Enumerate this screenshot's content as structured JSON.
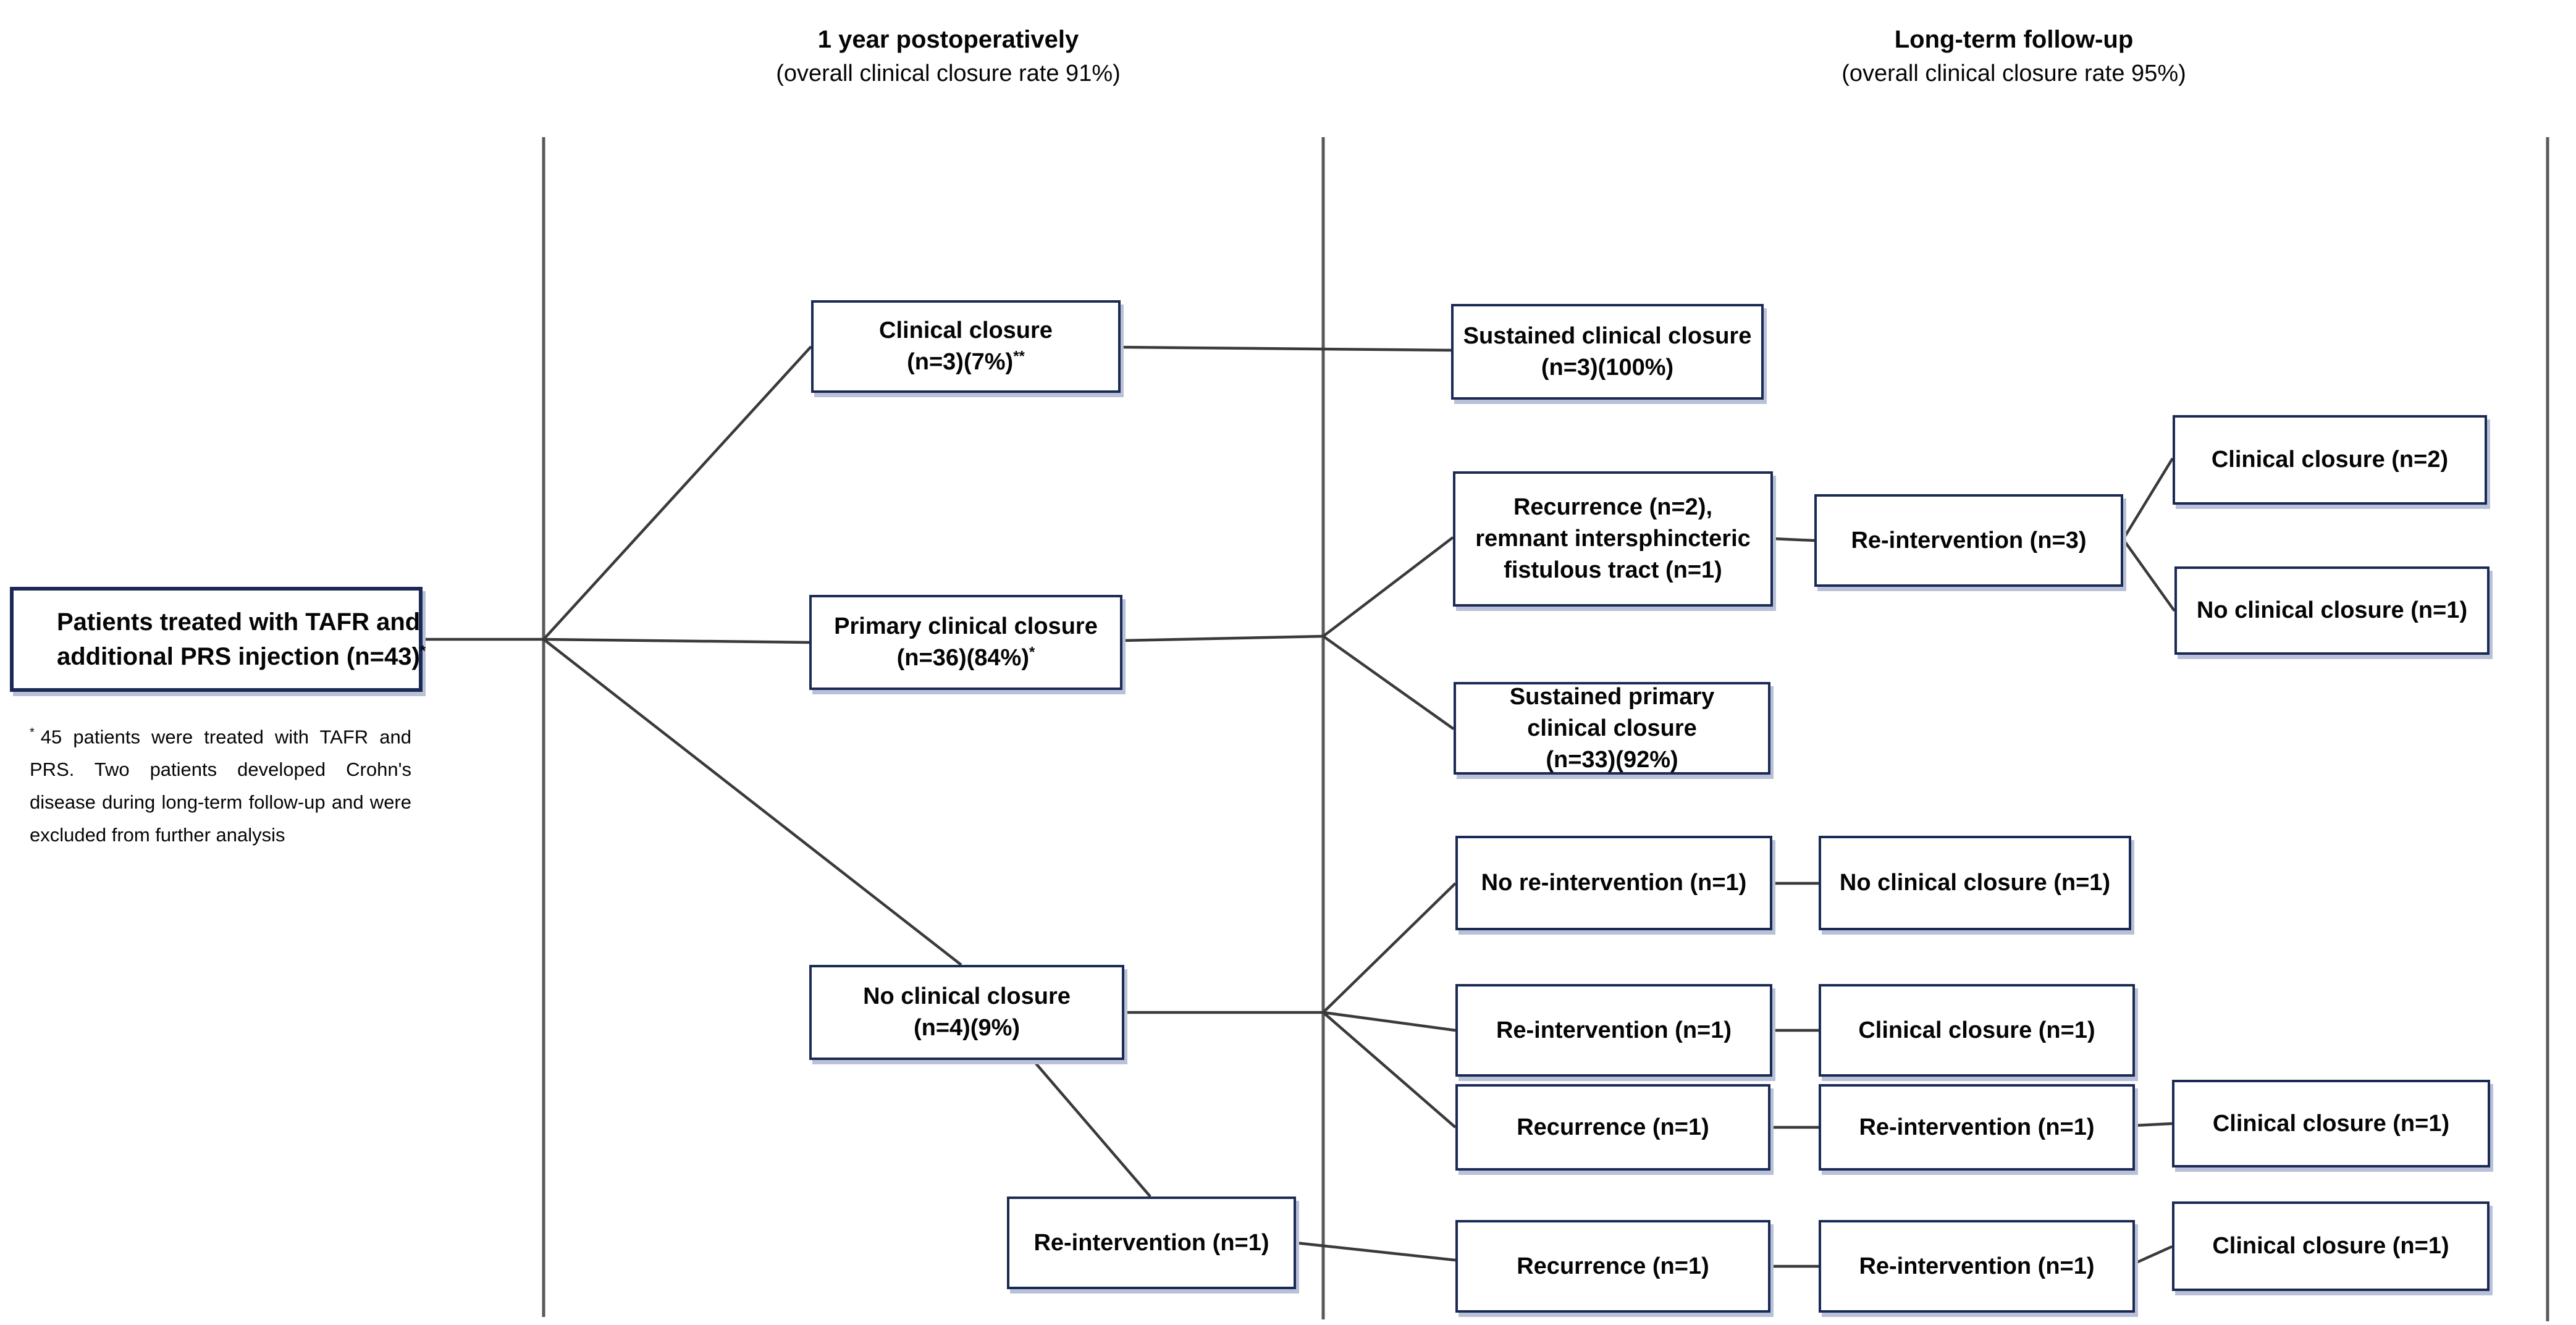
{
  "headers": {
    "col1": {
      "title": "1 year postoperatively",
      "subtitle": "(overall clinical closure rate 91%)"
    },
    "col2": {
      "title": "Long-term follow-up",
      "subtitle": "(overall clinical closure rate 95%)"
    }
  },
  "boxes": {
    "patients": {
      "l1": "Patients treated with TAFR and",
      "l2": "additional PRS injection (n=43)",
      "sup": "*"
    },
    "clinical_closure": {
      "l1": "Clinical closure",
      "l2": "(n=3)(7%)",
      "sup": "**"
    },
    "primary": {
      "l1": "Primary clinical closure",
      "l2": "(n=36)(84%)",
      "sup": "*"
    },
    "no_closure": {
      "l1": "No clinical closure",
      "l2": "(n=4)(9%)"
    },
    "reint_1yr": {
      "l1": "Re-intervention (n=1)"
    },
    "sustained_cc": {
      "l1": "Sustained clinical closure",
      "l2": "(n=3)(100%)"
    },
    "recurrence_remnant": {
      "l1": "Recurrence (n=2),",
      "l2": "remnant intersphincteric",
      "l3": "fistulous tract (n=1)"
    },
    "reint_n3": {
      "l1": "Re-intervention (n=3)"
    },
    "cc_n2": {
      "l1": "Clinical closure (n=2)"
    },
    "ncc_n1": {
      "l1": "No clinical closure (n=1)"
    },
    "sustained_primary": {
      "l1": "Sustained primary",
      "l2": "clinical closure",
      "l3": "(n=33)(92%)"
    },
    "no_reint": {
      "l1": "No re-intervention (n=1)"
    },
    "ncc_row1": {
      "l1": "No clinical closure (n=1)"
    },
    "reint_row2": {
      "l1": "Re-intervention (n=1)"
    },
    "cc_row2": {
      "l1": "Clinical closure (n=1)"
    },
    "recurrence_row3": {
      "l1": "Recurrence (n=1)"
    },
    "reint_row3": {
      "l1": "Re-intervention (n=1)"
    },
    "cc_row3": {
      "l1": "Clinical closure (n=1)"
    },
    "recurrence_row4": {
      "l1": "Recurrence (n=1)"
    },
    "reint_row4": {
      "l1": "Re-intervention (n=1)"
    },
    "cc_row4": {
      "l1": "Clinical closure (n=1)"
    }
  },
  "footnote": {
    "marker": "*",
    "text": "45 patients were treated with TAFR and PRS. Two patients developed Crohn's disease during long-term follow-up and were excluded from further analysis"
  },
  "edges": [
    {
      "from": "patients",
      "to": "clinical_closure"
    },
    {
      "from": "patients",
      "to": "primary"
    },
    {
      "from": "patients",
      "to": "no_closure"
    },
    {
      "from": "no_closure",
      "to": "reint_1yr"
    },
    {
      "from": "clinical_closure",
      "to": "sustained_cc"
    },
    {
      "from": "primary",
      "to": "recurrence_remnant"
    },
    {
      "from": "primary",
      "to": "sustained_primary"
    },
    {
      "from": "recurrence_remnant",
      "to": "reint_n3"
    },
    {
      "from": "reint_n3",
      "to": "cc_n2"
    },
    {
      "from": "reint_n3",
      "to": "ncc_n1"
    },
    {
      "from": "no_closure",
      "to": "no_reint"
    },
    {
      "from": "no_closure",
      "to": "reint_row2"
    },
    {
      "from": "no_closure",
      "to": "recurrence_row3"
    },
    {
      "from": "no_reint",
      "to": "ncc_row1"
    },
    {
      "from": "reint_row2",
      "to": "cc_row2"
    },
    {
      "from": "recurrence_row3",
      "to": "reint_row3"
    },
    {
      "from": "reint_row3",
      "to": "cc_row3"
    },
    {
      "from": "reint_1yr",
      "to": "recurrence_row4"
    },
    {
      "from": "recurrence_row4",
      "to": "reint_row4"
    },
    {
      "from": "reint_row4",
      "to": "cc_row4"
    }
  ],
  "colors": {
    "box_border": "#1b2a55",
    "box_shadow": "#b9c1d8",
    "divider_line": "#595959",
    "connector_line": "#3a3a3a",
    "text": "#050505"
  }
}
